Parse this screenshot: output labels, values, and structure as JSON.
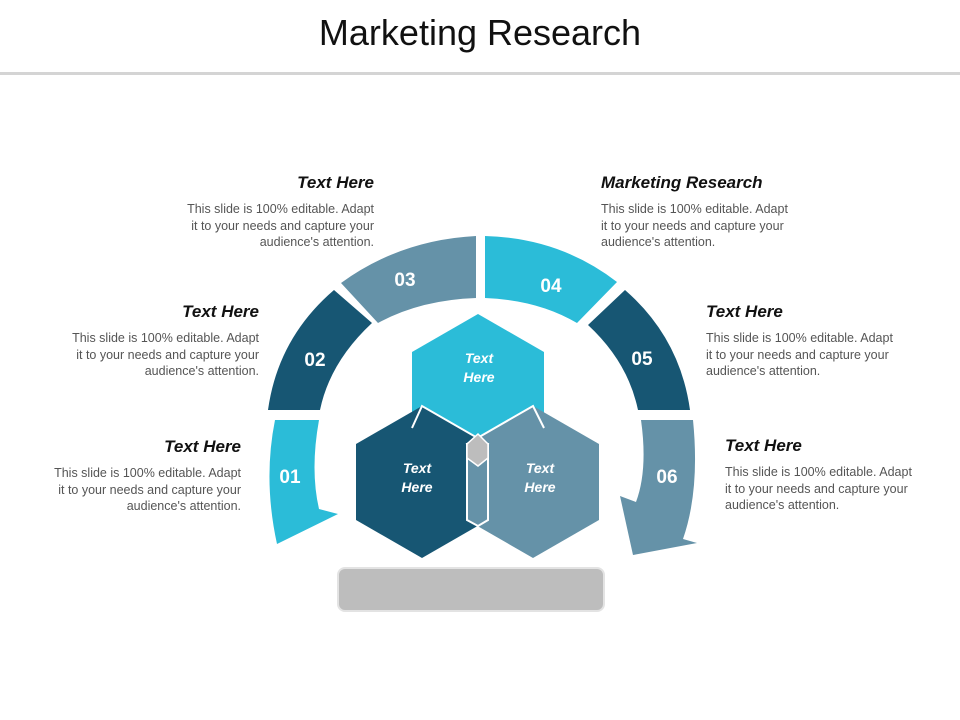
{
  "title": "Marketing Research",
  "colors": {
    "light_blue": "#2bbcd8",
    "dark_blue": "#175673",
    "slate": "#6592a8",
    "gray_bar": "#bdbdbd",
    "rule": "#d4d4d4"
  },
  "segments": [
    {
      "number": "01",
      "color": "light_blue"
    },
    {
      "number": "02",
      "color": "dark_blue"
    },
    {
      "number": "03",
      "color": "slate"
    },
    {
      "number": "04",
      "color": "light_blue"
    },
    {
      "number": "05",
      "color": "dark_blue"
    },
    {
      "number": "06",
      "color": "slate"
    }
  ],
  "hexagons": [
    {
      "line1": "Text",
      "line2": "Here"
    },
    {
      "line1": "Text",
      "line2": "Here"
    },
    {
      "line1": "Text",
      "line2": "Here"
    }
  ],
  "callouts": [
    {
      "heading": "Text Here",
      "line1": "This slide is 100% editable. Adapt",
      "line2": "it to your needs and capture your",
      "line3": "audience's attention."
    },
    {
      "heading": "Text Here",
      "line1": "This slide is 100% editable. Adapt",
      "line2": "it to your needs and capture your",
      "line3": "audience's attention."
    },
    {
      "heading": "Text Here",
      "line1": "This slide is 100% editable. Adapt",
      "line2": "it to your needs and capture your",
      "line3": "audience's attention."
    },
    {
      "heading": "Marketing Research",
      "line1": "This slide is 100% editable. Adapt",
      "line2": "it to your needs and capture your",
      "line3": "audience's attention."
    },
    {
      "heading": "Text Here",
      "line1": "This slide is 100% editable. Adapt",
      "line2": "it to your needs and capture your",
      "line3": "audience's attention."
    },
    {
      "heading": "Text Here",
      "line1": "This slide is 100% editable. Adapt",
      "line2": "it to your needs and capture your",
      "line3": "audience's attention."
    }
  ]
}
